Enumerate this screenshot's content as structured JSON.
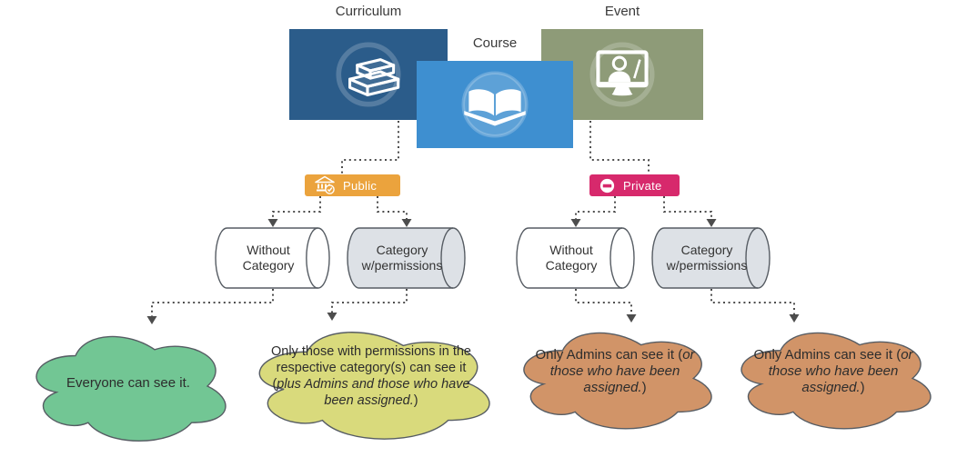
{
  "diagram": {
    "connector_color": "#4d4d4d",
    "shape_border_color": "#565c63",
    "text_color": "#333333"
  },
  "top_row": {
    "curriculum": {
      "label": "Curriculum",
      "tile_color": "#2b5c8a",
      "icon": "books-icon"
    },
    "course": {
      "label": "Course",
      "tile_color": "#3e8fd0",
      "icon": "open-book-icon"
    },
    "event": {
      "label": "Event",
      "tile_color": "#8e9b78",
      "icon": "monitor-person-icon"
    }
  },
  "badges": {
    "public": {
      "label": "Public",
      "color": "#eba33d",
      "icon": "bank-check-icon"
    },
    "private": {
      "label": "Private",
      "color": "#d7296c",
      "icon": "no-entry-icon"
    }
  },
  "cylinders": [
    {
      "id": "public-without-category",
      "line1": "Without",
      "line2": "Category",
      "fill": "#ffffff"
    },
    {
      "id": "public-category-w-permissions",
      "line1": "Category",
      "line2": "w/permissions",
      "fill": "#dde1e6"
    },
    {
      "id": "private-without-category",
      "line1": "Without",
      "line2": "Category",
      "fill": "#ffffff"
    },
    {
      "id": "private-category-w-permissions",
      "line1": "Category",
      "line2": "w/permissions",
      "fill": "#dde1e6"
    }
  ],
  "clouds": [
    {
      "id": "result-public-without-category",
      "fill": "#72c694",
      "segments": [
        {
          "text": "Everyone can see it.",
          "italic": false
        }
      ]
    },
    {
      "id": "result-public-category",
      "fill": "#d9da7c",
      "segments": [
        {
          "text": "Only those with permissions in the respective category(s) can see it (",
          "italic": false
        },
        {
          "text": "plus Admins and those who have been assigned.",
          "italic": true
        },
        {
          "text": ")",
          "italic": false
        }
      ]
    },
    {
      "id": "result-private-without-category",
      "fill": "#d19468",
      "segments": [
        {
          "text": "Only Admins can see it (",
          "italic": false
        },
        {
          "text": "or those who have been assigned.",
          "italic": true
        },
        {
          "text": ")",
          "italic": false
        }
      ]
    },
    {
      "id": "result-private-category",
      "fill": "#d19468",
      "segments": [
        {
          "text": "Only Admins can see it (",
          "italic": false
        },
        {
          "text": "or those who have been assigned.",
          "italic": true
        },
        {
          "text": ")",
          "italic": false
        }
      ]
    }
  ]
}
